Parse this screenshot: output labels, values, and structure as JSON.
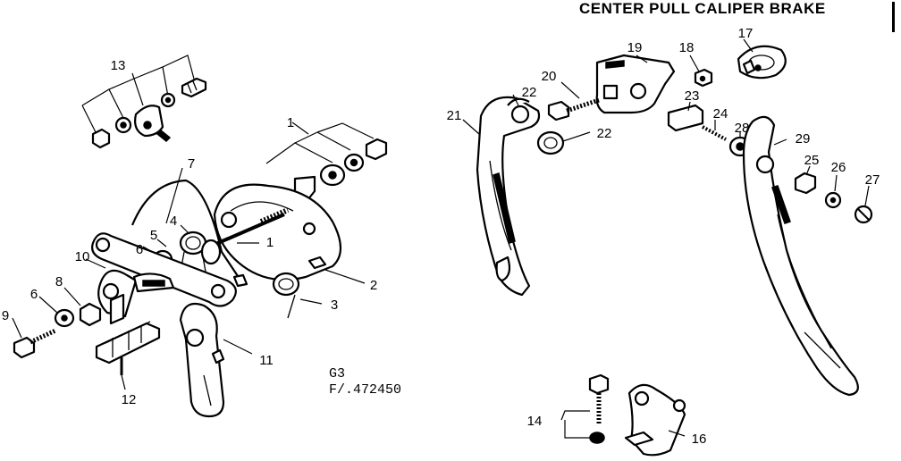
{
  "title": "CENTER PULL CALIPER BRAKE",
  "diagram_code_1": "G3",
  "diagram_code_2": "F/.472450",
  "callouts": [
    "1",
    "1",
    "2",
    "3",
    "4",
    "5",
    "6",
    "6",
    "7",
    "8",
    "9",
    "10",
    "11",
    "12",
    "13",
    "14",
    "16",
    "17",
    "18",
    "19",
    "20",
    "21",
    "22",
    "22",
    "23",
    "24",
    "25",
    "26",
    "27",
    "28",
    "29"
  ]
}
